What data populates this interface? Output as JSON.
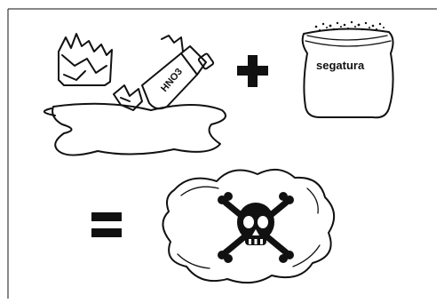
{
  "illustration": {
    "bottle_label": "HNO3",
    "bag_label": "segatura",
    "plus_symbol": "plus",
    "equals_symbol": "equals",
    "hazard_icon": "skull-and-crossbones-icon"
  }
}
